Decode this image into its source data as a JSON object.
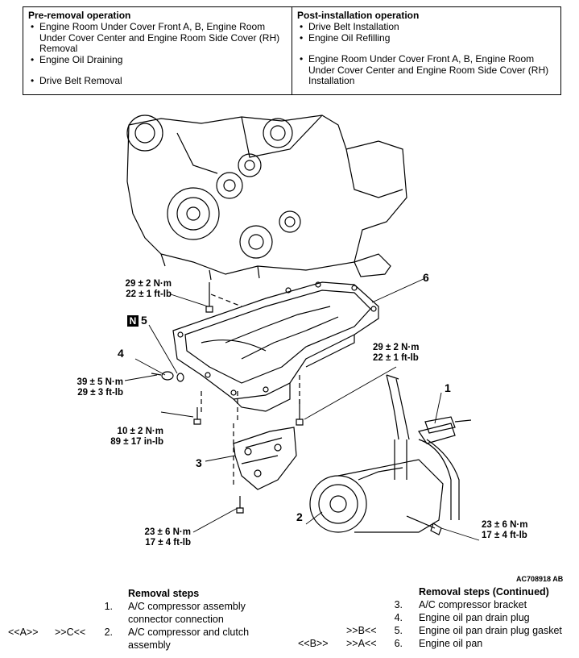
{
  "operations": {
    "pre": {
      "title": "Pre-removal operation",
      "items": [
        "Engine Room Under Cover Front A, B, Engine Room Under Cover Center and Engine Room Side Cover (RH) Removal",
        "Engine Oil Draining",
        "Drive Belt Removal"
      ]
    },
    "post": {
      "title": "Post-installation operation",
      "items": [
        "Drive Belt Installation",
        "Engine Oil Refilling",
        "Engine Room Under Cover Front A, B, Engine Room Under Cover Center and Engine Room Side Cover (RH) Installation"
      ]
    }
  },
  "diagram": {
    "torques": [
      {
        "l1": "29 ± 2 N·m",
        "l2": "22 ± 1 ft-lb"
      },
      {
        "l1": "39 ± 5 N·m",
        "l2": "29 ± 3 ft-lb"
      },
      {
        "l1": "29 ± 2 N·m",
        "l2": "22 ± 1 ft-lb"
      },
      {
        "l1": "10 ± 2 N·m",
        "l2": "89 ± 17 in-lb"
      },
      {
        "l1": "23 ± 6 N·m",
        "l2": "17 ± 4 ft-lb"
      },
      {
        "l1": "23 ± 6 N·m",
        "l2": "17 ± 4 ft-lb"
      }
    ],
    "callouts": [
      "1",
      "2",
      "3",
      "4",
      "5",
      "6"
    ],
    "badge": "N",
    "figure_id": "AC708918 AB"
  },
  "steps": {
    "left_title": "Removal steps",
    "right_title": "Removal steps (Continued)",
    "left": [
      {
        "num": "1.",
        "text1": "A/C compressor assembly",
        "text2": "connector connection"
      },
      {
        "num": "2.",
        "text1": "A/C compressor and clutch",
        "text2": "assembly",
        "mark_a": "<<A>>",
        "mark_b": ">>C<<"
      }
    ],
    "right": [
      {
        "num": "3.",
        "text": "A/C compressor bracket",
        "mark_a": "",
        "mark_b": ""
      },
      {
        "num": "4.",
        "text": "Engine oil pan drain plug",
        "mark_a": "",
        "mark_b": ""
      },
      {
        "num": "5.",
        "text": "Engine oil pan drain plug gasket",
        "mark_a": "",
        "mark_b": ">>B<<"
      },
      {
        "num": "6.",
        "text": "Engine oil pan",
        "mark_a": "<<B>>",
        "mark_b": ">>A<<"
      }
    ]
  }
}
